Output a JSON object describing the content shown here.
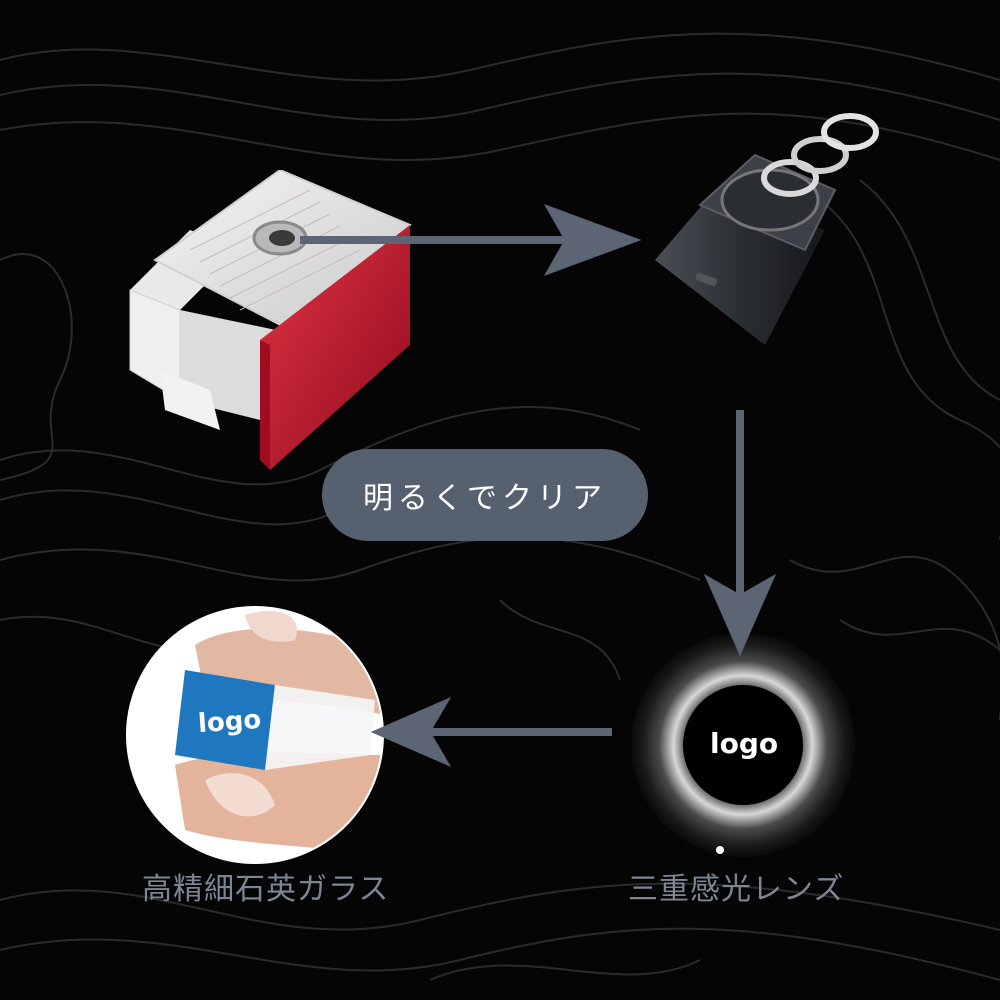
{
  "center_label": "明るくでクリア",
  "captions": {
    "left": "高精細石英ガラス",
    "right": "三重感光レンズ"
  },
  "logo_text": "logo",
  "colors": {
    "background": "#050505",
    "pill": "#566170",
    "arrow": "#5b6573",
    "caption": "#7d8694",
    "lamp_red": "#c2102a",
    "logo_blue": "#1f77c0"
  },
  "icons": [
    "projector-lamp",
    "lens-assembly",
    "glass-lens",
    "quartz-slide"
  ]
}
